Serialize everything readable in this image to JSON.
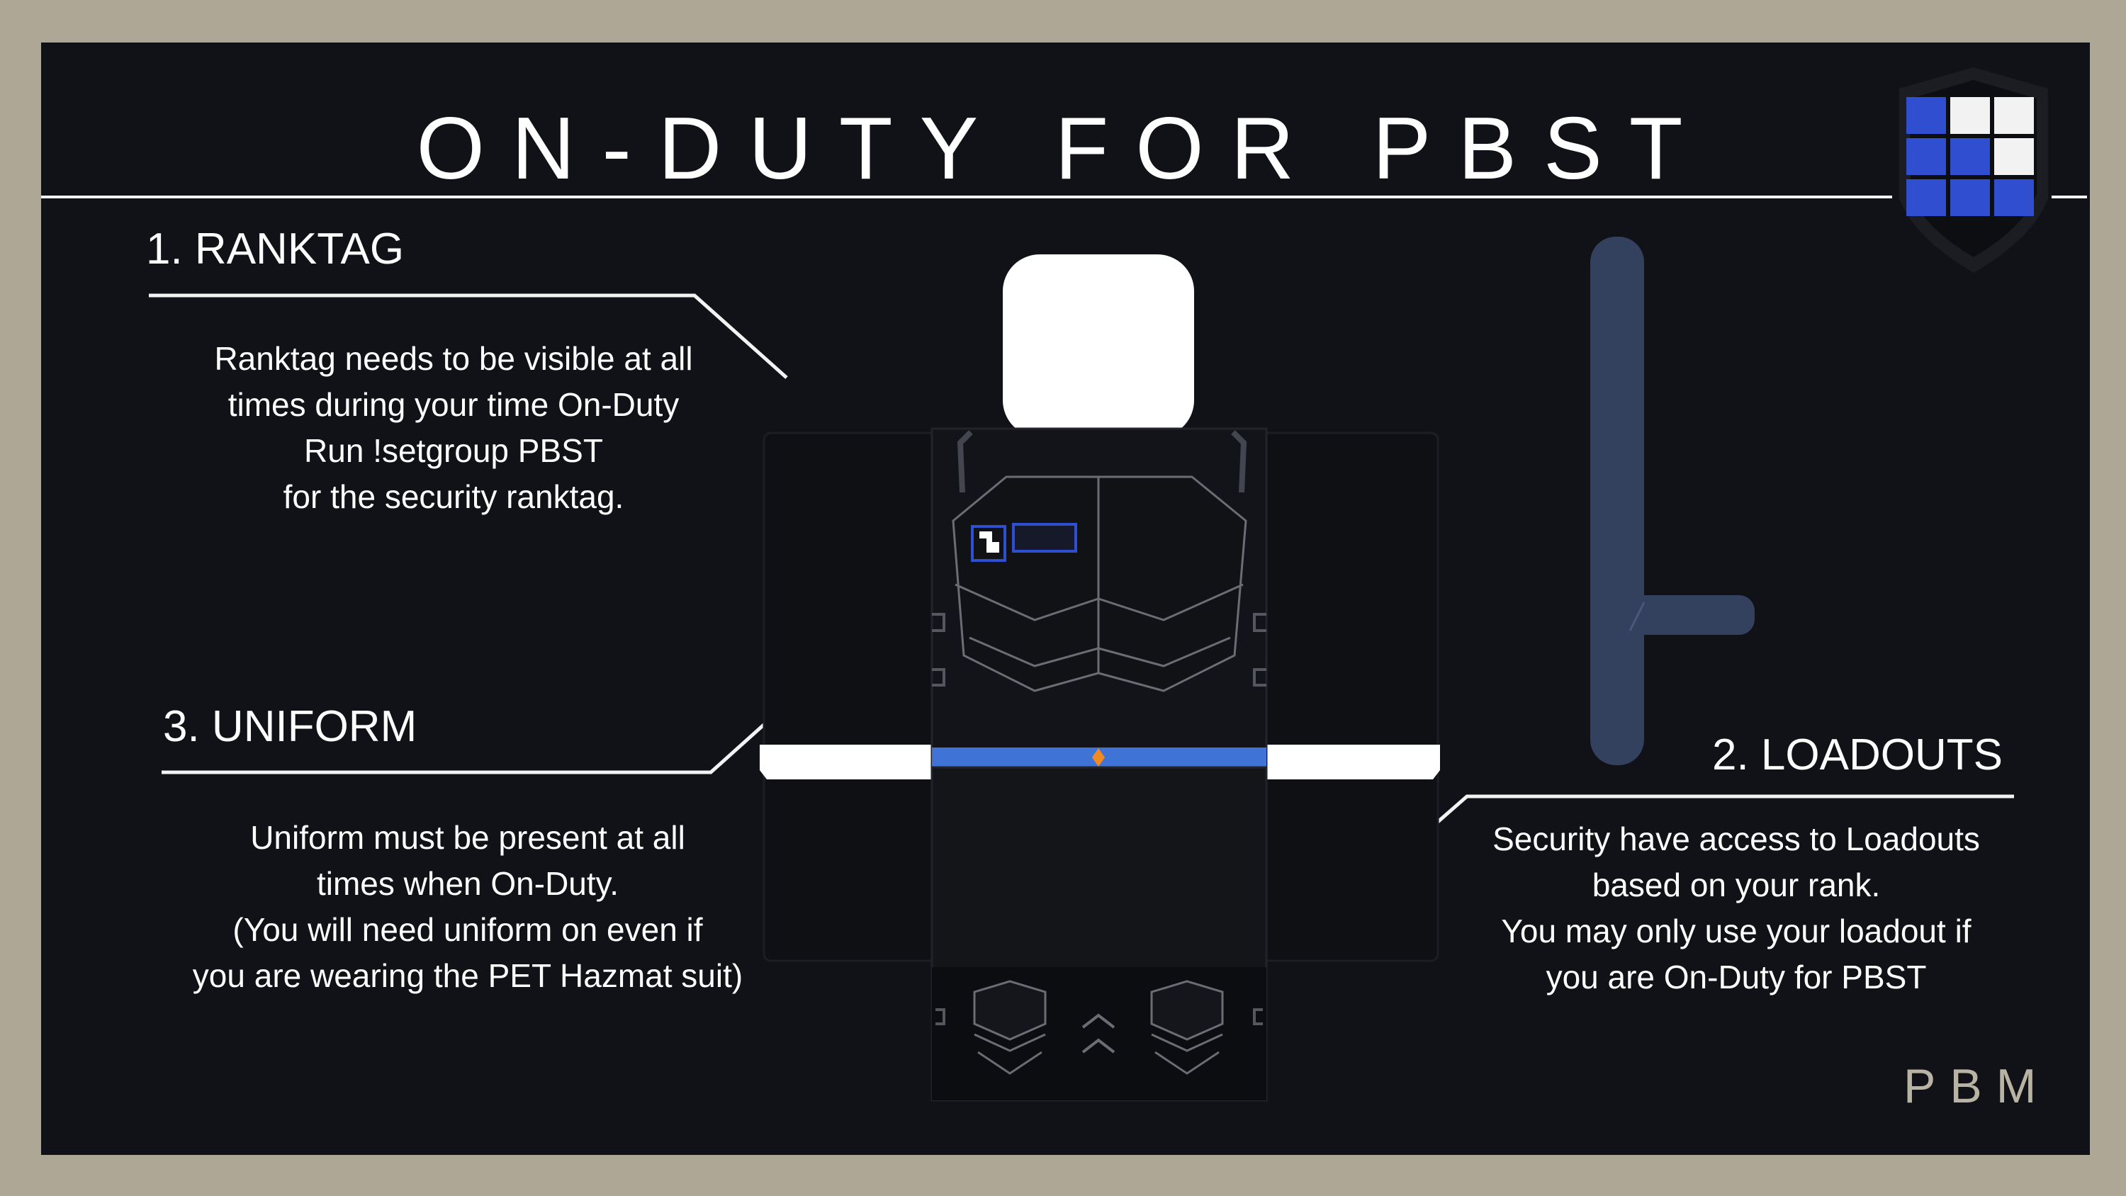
{
  "title": "ON-DUTY FOR PBST",
  "sections": [
    {
      "heading": "1. RANKTAG",
      "lines": [
        "Ranktag needs to be visible at all",
        "times during your time On-Duty",
        "Run !setgroup PBST",
        "for the security ranktag."
      ]
    },
    {
      "heading": "3. UNIFORM",
      "lines": [
        "Uniform must be present at all",
        "times when On-Duty.",
        "(You will need uniform on even if",
        "you are wearing the PET Hazmat suit)"
      ]
    },
    {
      "heading": "2. LOADOUTS",
      "lines": [
        "Security have access to Loadouts",
        "based on your rank.",
        "You may only use your loadout if",
        "you are On-Duty for PBST"
      ]
    }
  ],
  "brand": "PBM",
  "colors": {
    "background_frame": "#aea796",
    "panel": "#111217",
    "accent_blue": "#2f4fd0",
    "baton": "#33405e",
    "belt": "#3f73d6",
    "buckle": "#f08a24"
  },
  "icons": {
    "logo": "pbst-shield-logo",
    "figure": "roblox-security-uniform-figure",
    "baton": "baton-icon"
  }
}
